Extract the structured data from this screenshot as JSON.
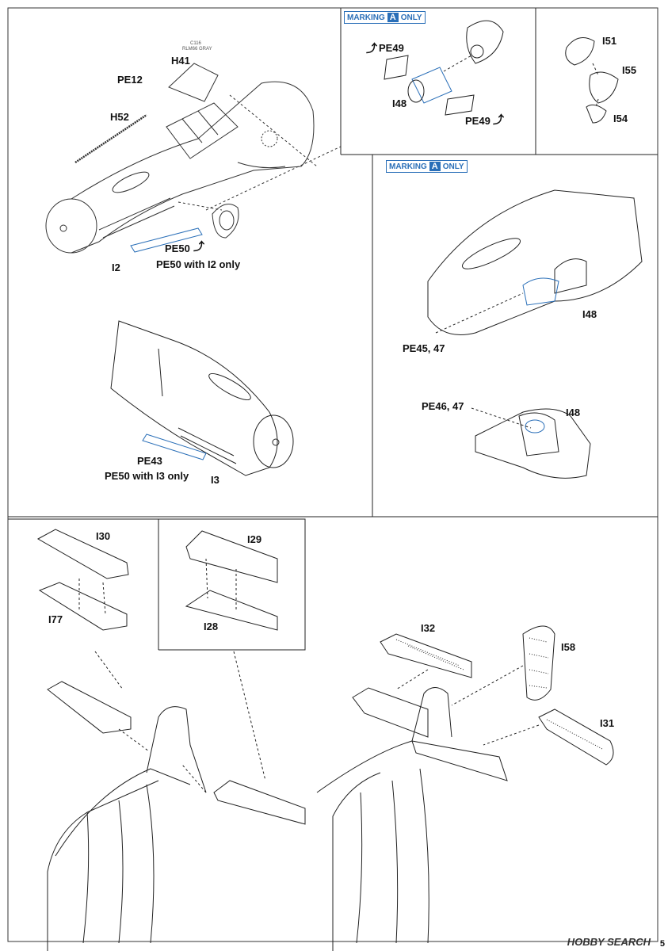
{
  "marking_tags": [
    {
      "prefix": "MARKING",
      "letter": "A",
      "suffix": "ONLY"
    },
    {
      "prefix": "MARKING",
      "letter": "A",
      "suffix": "ONLY"
    }
  ],
  "paint_note": {
    "code": "C116",
    "name": "RLM66 GRAY"
  },
  "labels": {
    "h41": "H41",
    "pe12": "PE12",
    "h52": "H52",
    "pe50": "PE50",
    "pe50_i2": "PE50 with I2 only",
    "i2": "I2",
    "pe49a": "PE49",
    "i48a": "I48",
    "pe49b": "PE49",
    "i51": "I51",
    "i55": "I55",
    "i54": "I54",
    "i48b": "I48",
    "pe45": "PE45, 47",
    "pe46": "PE46, 47",
    "i48c": "I48",
    "pe43": "PE43",
    "pe50_i3": "PE50 with I3 only",
    "i3": "I3",
    "i30": "I30",
    "i77": "I77",
    "i29": "I29",
    "i28": "I28",
    "i32": "I32",
    "i58": "I58",
    "i31": "I31"
  },
  "watermark": "HOBBY SEARCH",
  "page_number": "5",
  "icons": [
    "bend-arrow-icon",
    "dashed-leader-line"
  ]
}
